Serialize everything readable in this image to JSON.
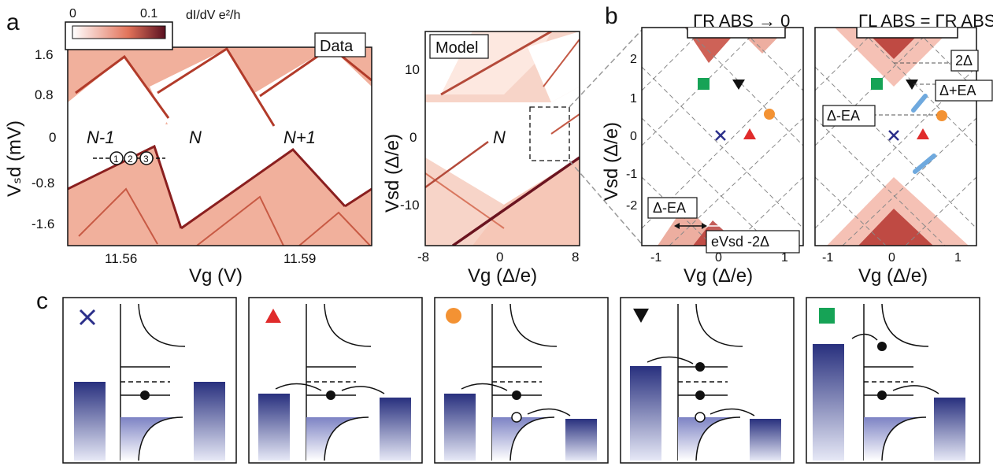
{
  "panel_labels": {
    "a": "a",
    "b": "b",
    "c": "c"
  },
  "colorbar": {
    "min": "0",
    "max": "0.1",
    "label": "dI/dV e²/h"
  },
  "panel_a_data": {
    "tag": "Data",
    "ylabel": "Vₛd (mV)",
    "xlabel": "Vg (V)",
    "yticks": [
      "1.6",
      "0.8",
      "0",
      "-0.8",
      "-1.6"
    ],
    "xticks": [
      "11.56",
      "11.59"
    ],
    "regions": [
      "N-1",
      "N",
      "N+1"
    ],
    "markers": [
      "1",
      "2",
      "3"
    ]
  },
  "panel_a_model": {
    "tag": "Model",
    "ylabel": "Vsd (Δ/e)",
    "xlabel": "Vg (Δ/e)",
    "yticks": [
      "10",
      "0",
      "-10"
    ],
    "xticks": [
      "-8",
      "0",
      "8"
    ],
    "region": "N"
  },
  "panel_b_left": {
    "title": "ΓR ABS → 0",
    "ylabel": "Vsd (Δ/e)",
    "xlabel": "Vg (Δ/e)",
    "yticks": [
      "2",
      "1",
      "0",
      "-1",
      "-2"
    ],
    "xticks": [
      "-1",
      "0",
      "1"
    ],
    "annotations": [
      "Δ-EA",
      "eVsd -2Δ"
    ]
  },
  "panel_b_right": {
    "title": "ΓL ABS = ΓR ABS",
    "xlabel": "Vg (Δ/e)",
    "xticks": [
      "-1",
      "0",
      "1"
    ],
    "annotations": [
      "2Δ",
      "Δ+EA",
      "Δ-EA"
    ]
  },
  "colors": {
    "cross": "#2b2f8a",
    "triangle_up": "#e02b2b",
    "circle": "#f39233",
    "triangle_down": "#111111",
    "square": "#16a356",
    "lead": "#2b2f8a",
    "conductance": "#c23a2a"
  },
  "diagrams": [
    {
      "marker": "x-icon"
    },
    {
      "marker": "triangle-up-icon"
    },
    {
      "marker": "circle-icon"
    },
    {
      "marker": "triangle-down-icon"
    },
    {
      "marker": "square-icon"
    }
  ]
}
